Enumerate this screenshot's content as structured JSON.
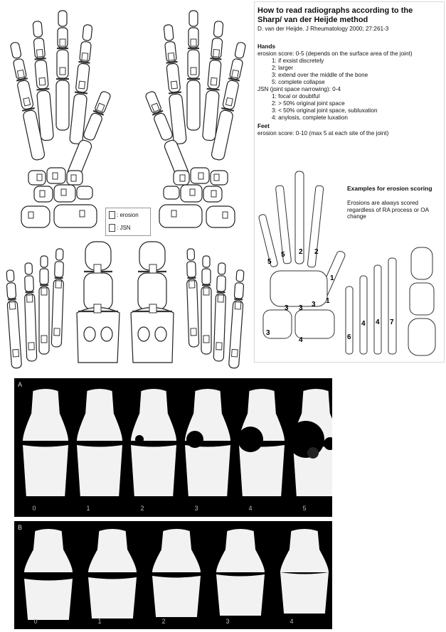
{
  "header": {
    "title": "How to read radiographs according to the Sharp/ van der Heijde method",
    "citation": "D. van der Heijde. J Rheumatology 2000; 27:261-3"
  },
  "hands": {
    "heading": "Hands",
    "erosion_line": "erosion score: 0-5 (depends on the surface area of the joint)",
    "erosion_items": [
      "1: if exsist discretely",
      "2: larger",
      "3: extend over the middle of the bone",
      "5: complete collapse"
    ],
    "jsn_line": "JSN (joint space narrowing): 0-4",
    "jsn_items": [
      "1: focal or doubtful",
      "2: > 50% original joint space",
      "3: < 50% original joint space, subluxation",
      "4: anylosis, complete luxation"
    ]
  },
  "feet": {
    "heading": "Feet",
    "erosion_line": "erosion score: 0-10 (max 5 at each site of the joint)"
  },
  "legend": {
    "erosion": ": erosion",
    "jsn": ": JSN"
  },
  "examples": {
    "heading": "Examples for erosion scoring",
    "note": "Erosions are always scored regardless of RA process or OA change"
  },
  "panel_a": {
    "label": "A",
    "grades": [
      "0",
      "1",
      "2",
      "3",
      "4",
      "5"
    ]
  },
  "panel_b": {
    "label": "B",
    "grades": [
      "0",
      "1",
      "2",
      "3",
      "4"
    ]
  }
}
